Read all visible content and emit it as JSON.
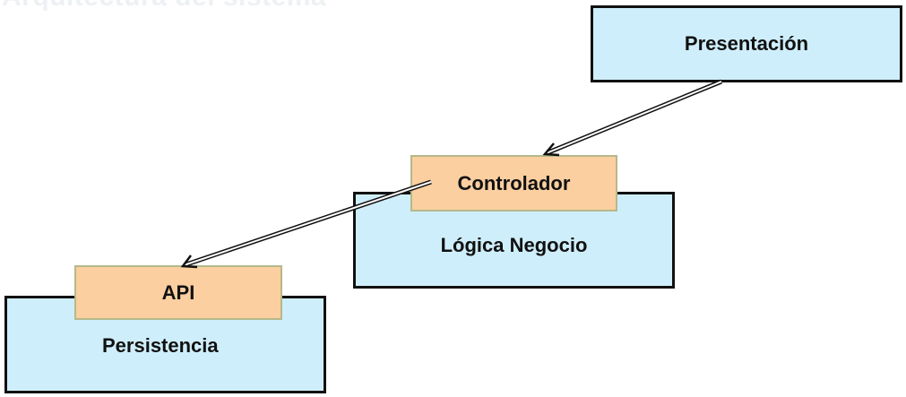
{
  "header": {
    "cut_title": "Arquitectura del sistema"
  },
  "layers": {
    "presentacion": "Presentación",
    "logica": "Lógica Negocio",
    "persistencia": "Persistencia"
  },
  "components": {
    "controlador": "Controlador",
    "api": "API"
  },
  "colors": {
    "layer_fill": "#cfeefb",
    "component_fill": "#fbcfa0",
    "border": "#111111"
  }
}
